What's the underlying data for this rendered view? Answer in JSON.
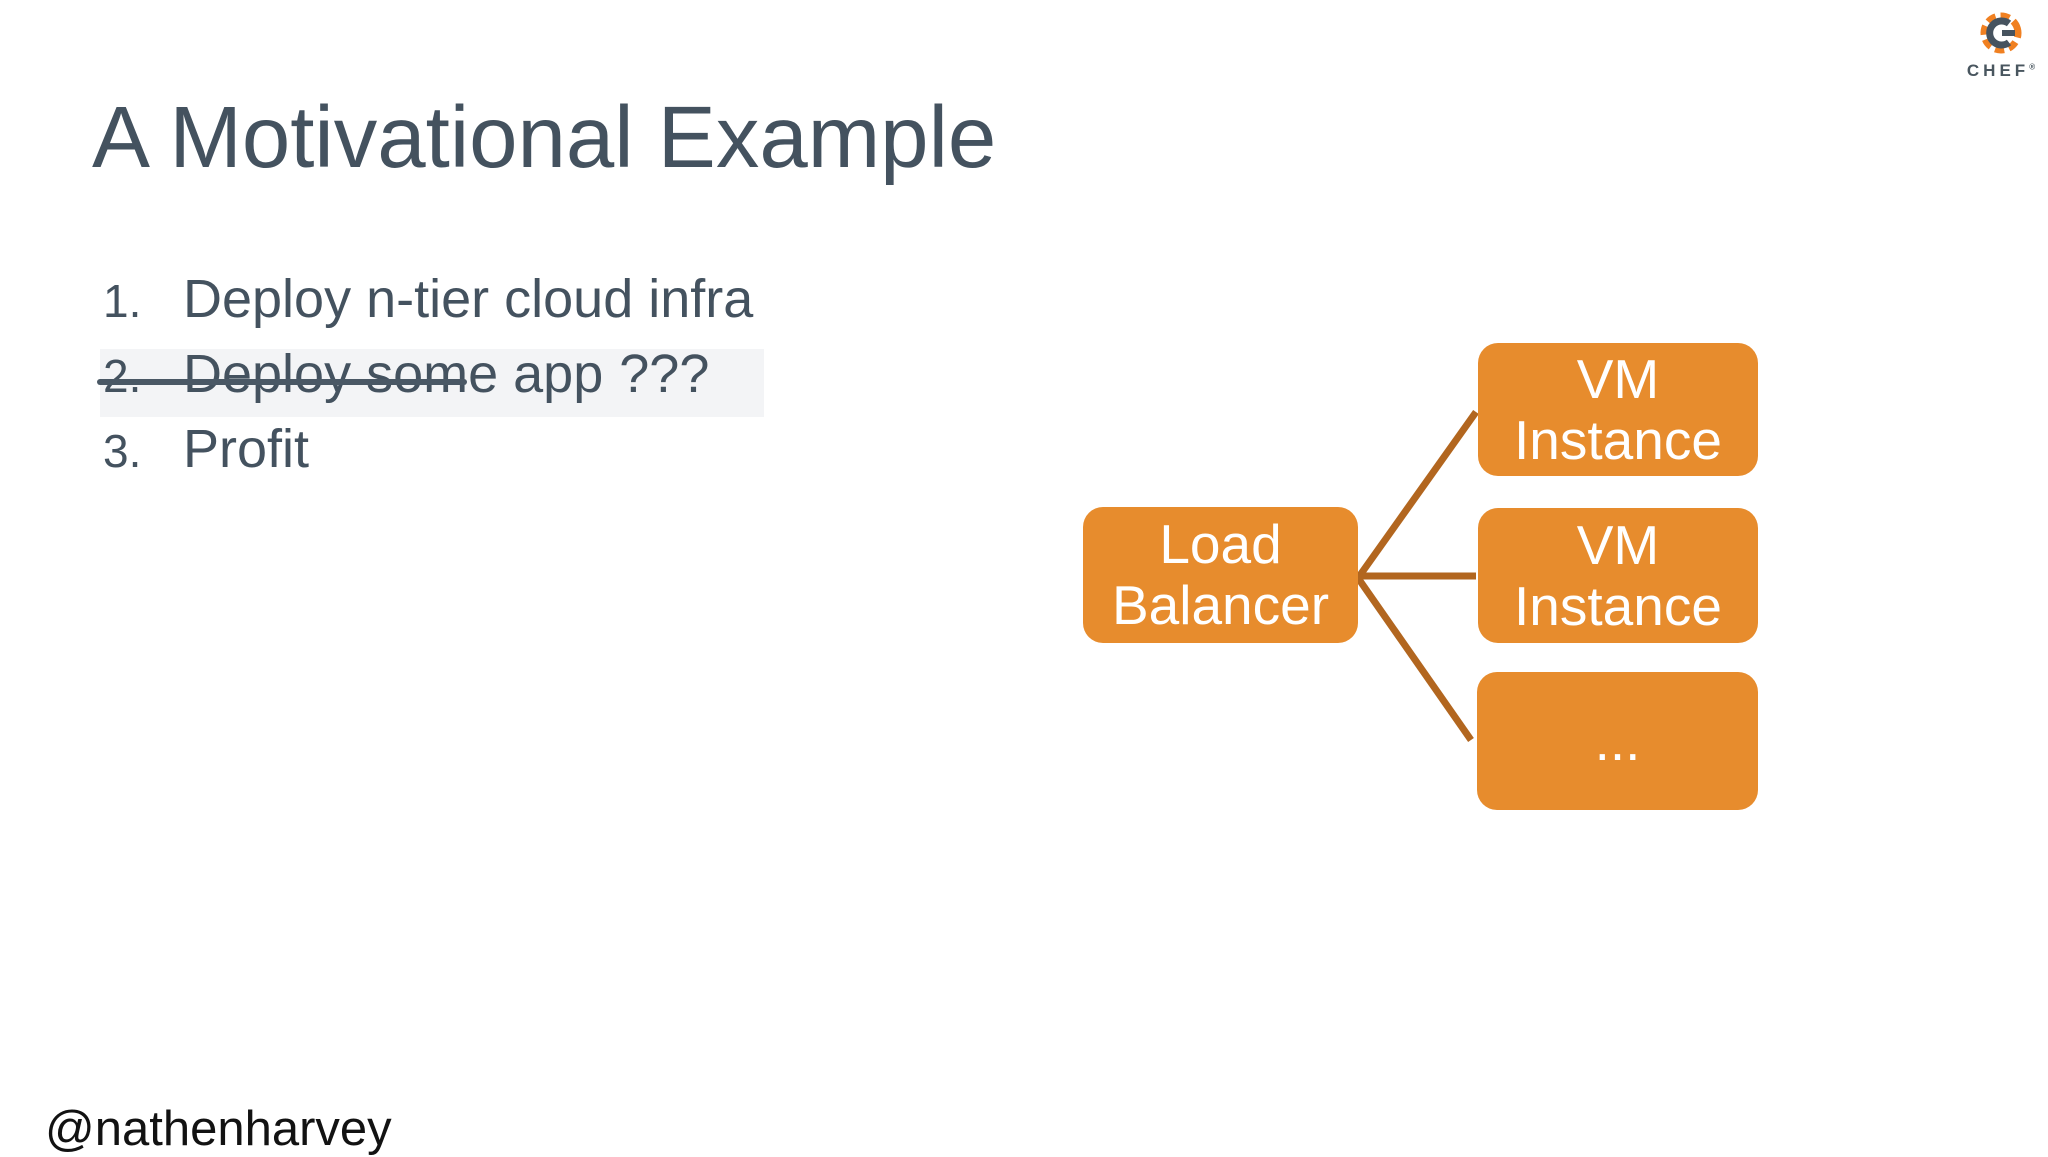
{
  "slide": {
    "title": "A Motivational Example",
    "list": {
      "items": [
        {
          "num": "1.",
          "text": "Deploy n-tier cloud infra",
          "suffix": ""
        },
        {
          "num": "2.",
          "text": "Deploy some app",
          "suffix": "???"
        },
        {
          "num": "3.",
          "text": "Profit",
          "suffix": ""
        }
      ]
    },
    "footer": {
      "handle": "@nathenharvey"
    }
  },
  "diagram": {
    "load_balancer": {
      "line1": "Load",
      "line2": "Balancer"
    },
    "vm1": {
      "line1": "VM",
      "line2": "Instance"
    },
    "vm2": {
      "line1": "VM",
      "line2": "Instance"
    },
    "more": {
      "label": "..."
    }
  },
  "logo": {
    "brand": "CHEF",
    "reg": "®"
  },
  "colors": {
    "node_fill_orange": "#E78C2D",
    "connector_orange": "#B2661F",
    "slate_text": "#44525F",
    "strike_slate": "#4A5865",
    "logo_orange": "#F08021",
    "logo_slate": "#46535F",
    "footer_black": "#121212",
    "background": "#FFFFFF"
  }
}
